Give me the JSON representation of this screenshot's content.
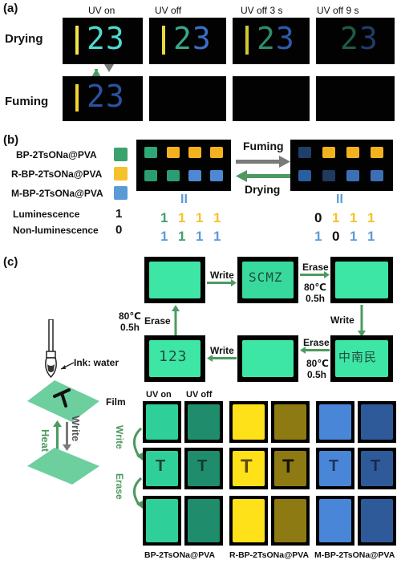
{
  "panel_a": {
    "tag": "(a)",
    "headers": [
      "UV on",
      "UV off",
      "UV off 3 s",
      "UV off 9 s"
    ],
    "row_labels": [
      "Drying",
      "Fuming"
    ],
    "digits": "123"
  },
  "panel_b": {
    "tag": "(b)",
    "legend": [
      {
        "name": "BP-2TsONa@PVA",
        "color": "#3aa36b"
      },
      {
        "name": "R-BP-2TsONa@PVA",
        "color": "#f5c22b"
      },
      {
        "name": "M-BP-2TsONa@PVA",
        "color": "#5b9bd5"
      }
    ],
    "states": [
      {
        "name": "Luminescence",
        "value": "1"
      },
      {
        "name": "Non-luminescence",
        "value": "0"
      }
    ],
    "arrow_fuming": "Fuming",
    "arrow_drying": "Drying",
    "equals": "II",
    "left_codes": [
      [
        "1",
        "1",
        "1",
        "1"
      ],
      [
        "1",
        "1",
        "1",
        "1"
      ]
    ],
    "right_codes": [
      [
        "0",
        "1",
        "1",
        "1"
      ],
      [
        "1",
        "0",
        "1",
        "1"
      ]
    ]
  },
  "panel_c": {
    "tag": "(c)",
    "write": "Write",
    "erase": "Erase",
    "temp": "80℃",
    "time": "0.5h",
    "film_texts": [
      "SCMZ",
      "中南民",
      "123"
    ],
    "ink_label": "Ink: water",
    "film_label": "Film",
    "heat_label": "Heat",
    "letter": "T",
    "grid_headers": [
      "UV on",
      "UV off"
    ],
    "side_write": "Write",
    "side_erase": "Erase",
    "grid_captions": [
      "BP-2TsONa@PVA",
      "R-BP-2TsONa@PVA",
      "M-BP-2TsONa@PVA"
    ]
  },
  "colors": {
    "green_glow": "#3ee6a6",
    "green_dark": "#1c6e58",
    "yellow_glow": "#ffe11a",
    "yellow_dark": "#8e7a12",
    "blue_glow": "#4a86d8",
    "blue_dark": "#2f5a9a",
    "arrow_green": "#4d9a61",
    "arrow_gray": "#7a7a7a"
  }
}
